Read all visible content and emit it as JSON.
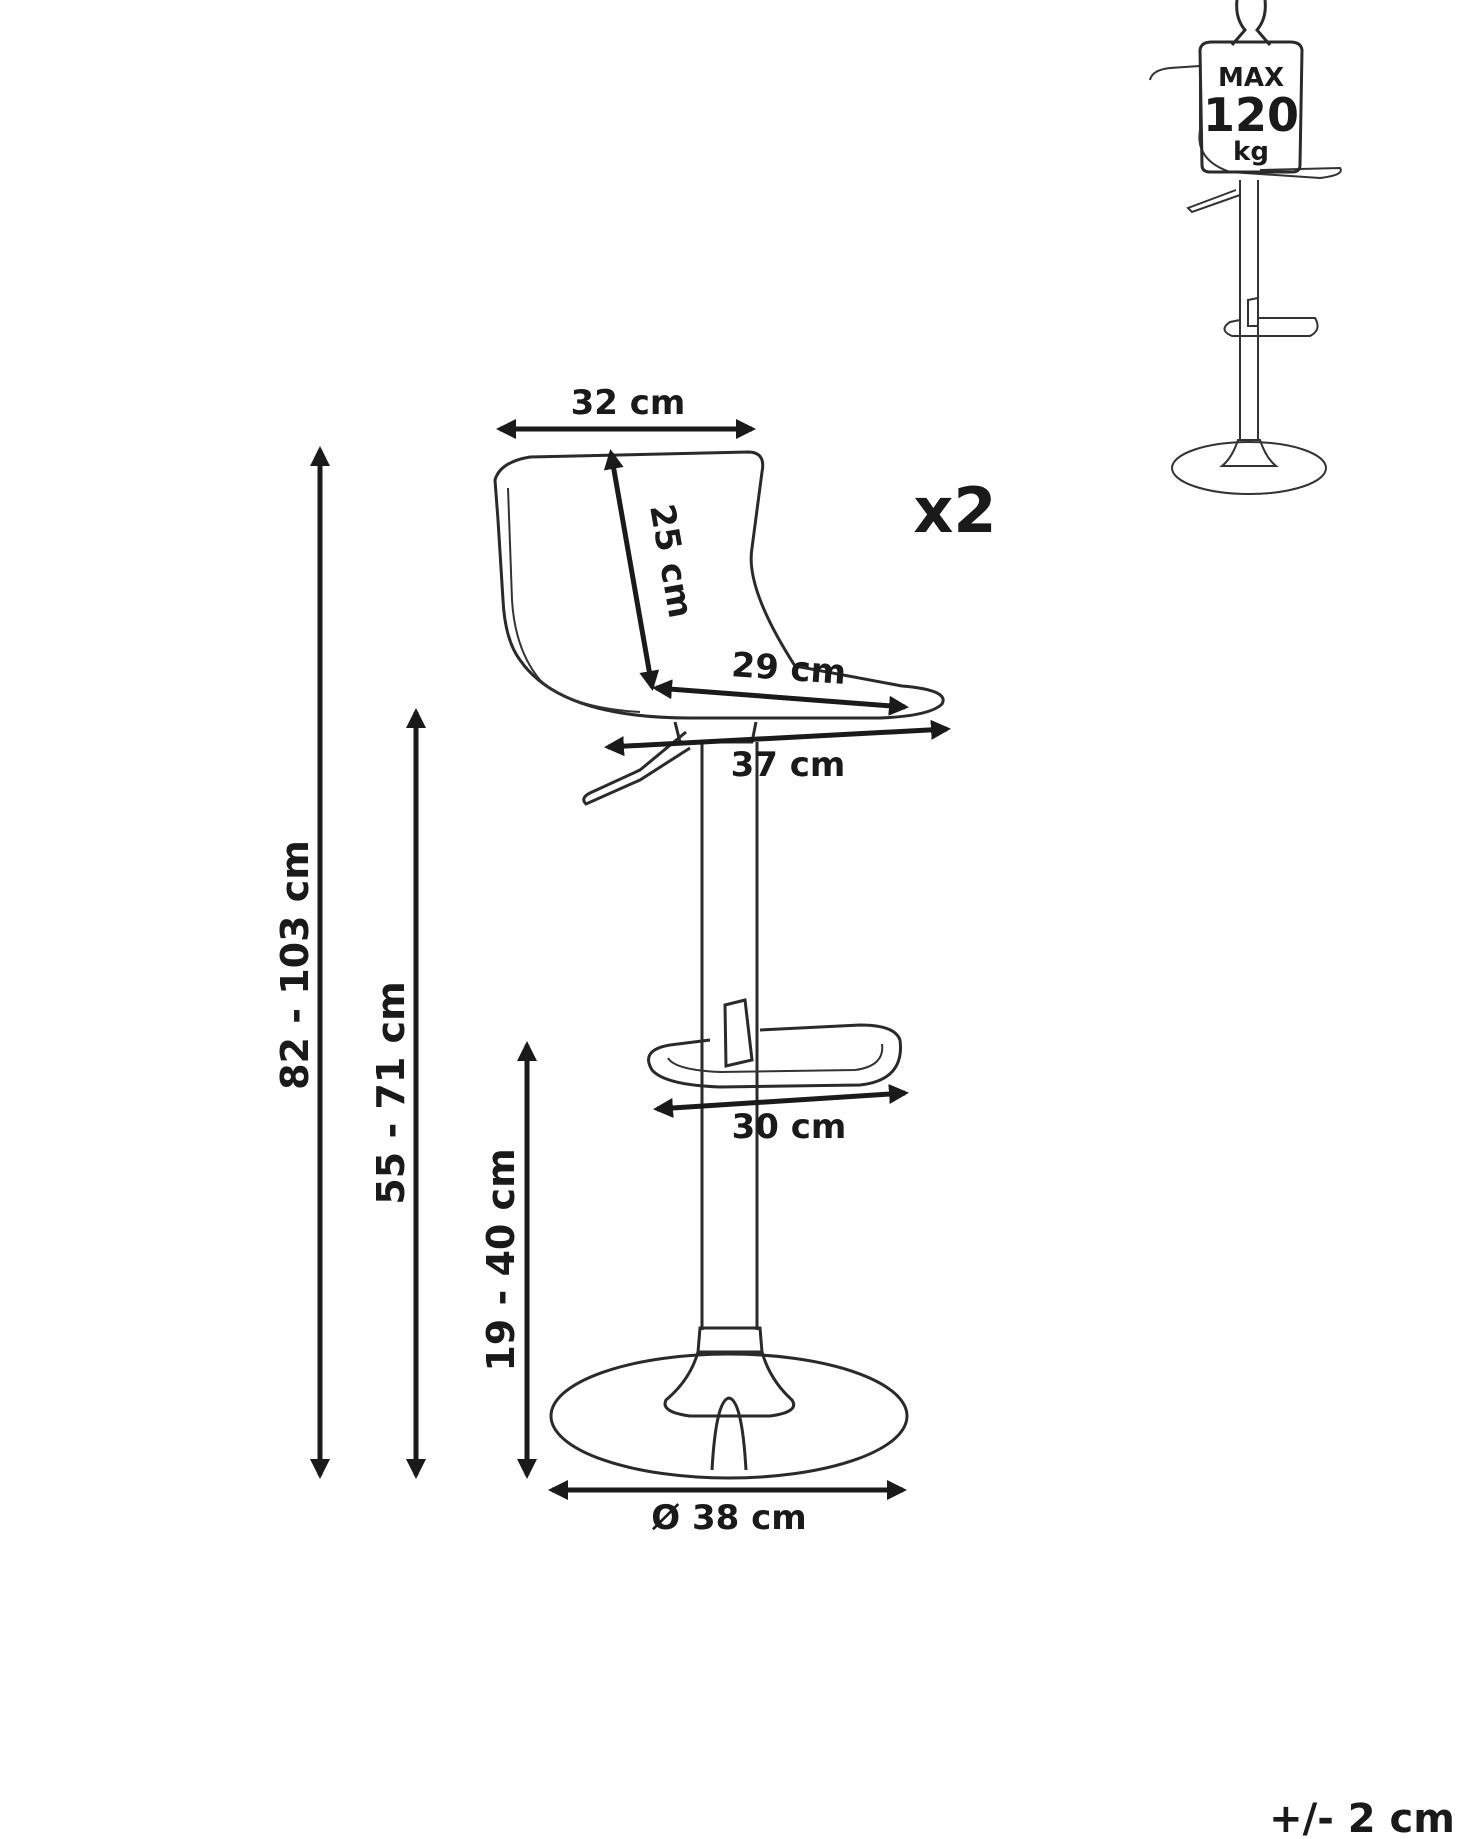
{
  "quantity": "x2",
  "tolerance": "+/- 2 cm",
  "max_load": {
    "line1": "MAX",
    "line2": "120",
    "line3": "kg"
  },
  "dimensions": {
    "backrest_width": "32 cm",
    "backrest_height": "25 cm",
    "seat_depth": "29 cm",
    "seat_width": "37 cm",
    "footrest_width": "30 cm",
    "base_diameter": "Ø 38 cm",
    "total_height": "82 - 103 cm",
    "seat_height": "55 - 71 cm",
    "footrest_height": "19 - 40 cm"
  },
  "colors": {
    "line": "#1a1a1a",
    "background": "#ffffff"
  }
}
